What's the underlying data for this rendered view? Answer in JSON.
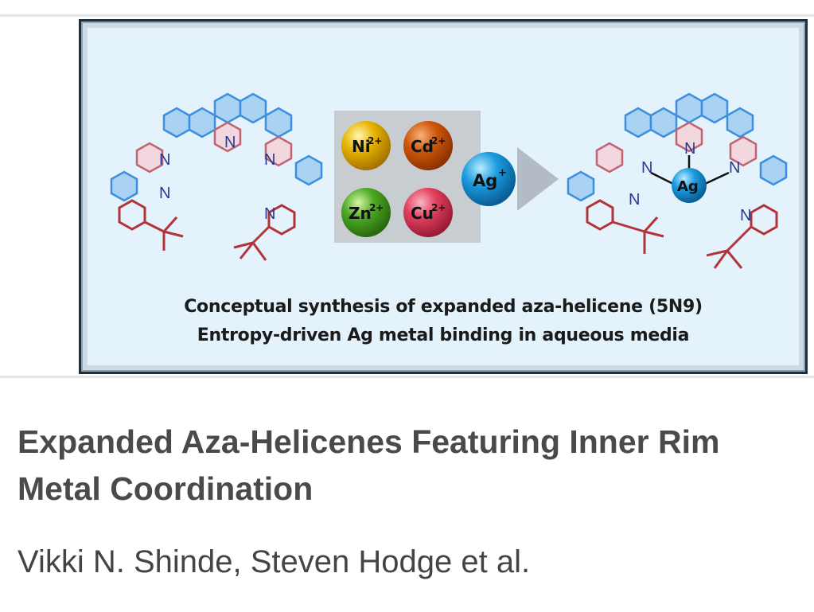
{
  "graphic": {
    "ions": {
      "ni": "Ni",
      "ni_charge": "2+",
      "cd": "Cd",
      "cd_charge": "2+",
      "zn": "Zn",
      "zn_charge": "2+",
      "cu": "Cu",
      "cu_charge": "2+",
      "ag": "Ag",
      "ag_charge": "+"
    },
    "complex_center": "Ag",
    "atom_n": "N",
    "caption_line1": "Conceptual synthesis of expanded aza-helicene (5N9)",
    "caption_line2": "Entropy-driven Ag metal binding in aqueous media",
    "colors": {
      "blue_ring": "#3b8ee0",
      "blue_fill": "#a9d2f3",
      "pink_ring": "#c06474",
      "pink_fill": "#f3d7df",
      "ni_ball": "#e8b400",
      "cd_ball": "#d0580c",
      "zn_ball": "#4caa24",
      "cu_ball": "#e0405e",
      "ag_ball": "#1c9be0"
    }
  },
  "article": {
    "title": "Expanded Aza-Helicenes Featuring Inner Rim Metal Coordination",
    "authors": "Vikki N. Shinde, Steven Hodge et al."
  }
}
